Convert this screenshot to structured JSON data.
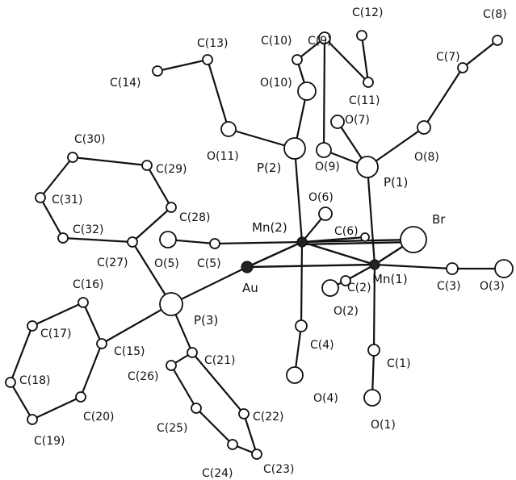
{
  "labels": {
    "C8": "C(8)",
    "C12": "C(12)",
    "C13": "C(13)",
    "C10": "C(10)",
    "C9": "C(9)",
    "C7": "C(7)",
    "C14": "C(14)",
    "O10": "O(10)",
    "C11": "C(11)",
    "O7": "O(7)",
    "C30": "C(30)",
    "O11": "O(11)",
    "P2": "P(2)",
    "O9": "O(9)",
    "O8": "O(8)",
    "C29": "C(29)",
    "P1": "P(1)",
    "C31": "C(31)",
    "O6": "O(6)",
    "C28": "C(28)",
    "Br": "Br",
    "C32": "C(32)",
    "Mn2": "Mn(2)",
    "C6": "C(6)",
    "C27": "C(27)",
    "O5": "O(5)",
    "C5": "C(5)",
    "Au": "Au",
    "C16": "C(16)",
    "Mn1": "Mn(1)",
    "C2": "C(2)",
    "C3": "C(3)",
    "O3": "O(3)",
    "P3": "P(3)",
    "O2": "O(2)",
    "C17": "C(17)",
    "C15": "C(15)",
    "C21": "C(21)",
    "C4": "C(4)",
    "C1": "C(1)",
    "C26": "C(26)",
    "C18": "C(18)",
    "O4": "O(4)",
    "C22": "C(22)",
    "C20": "C(20)",
    "O1": "O(1)",
    "C25": "C(25)",
    "C19": "C(19)",
    "C24": "C(24)",
    "C23": "C(23)"
  }
}
